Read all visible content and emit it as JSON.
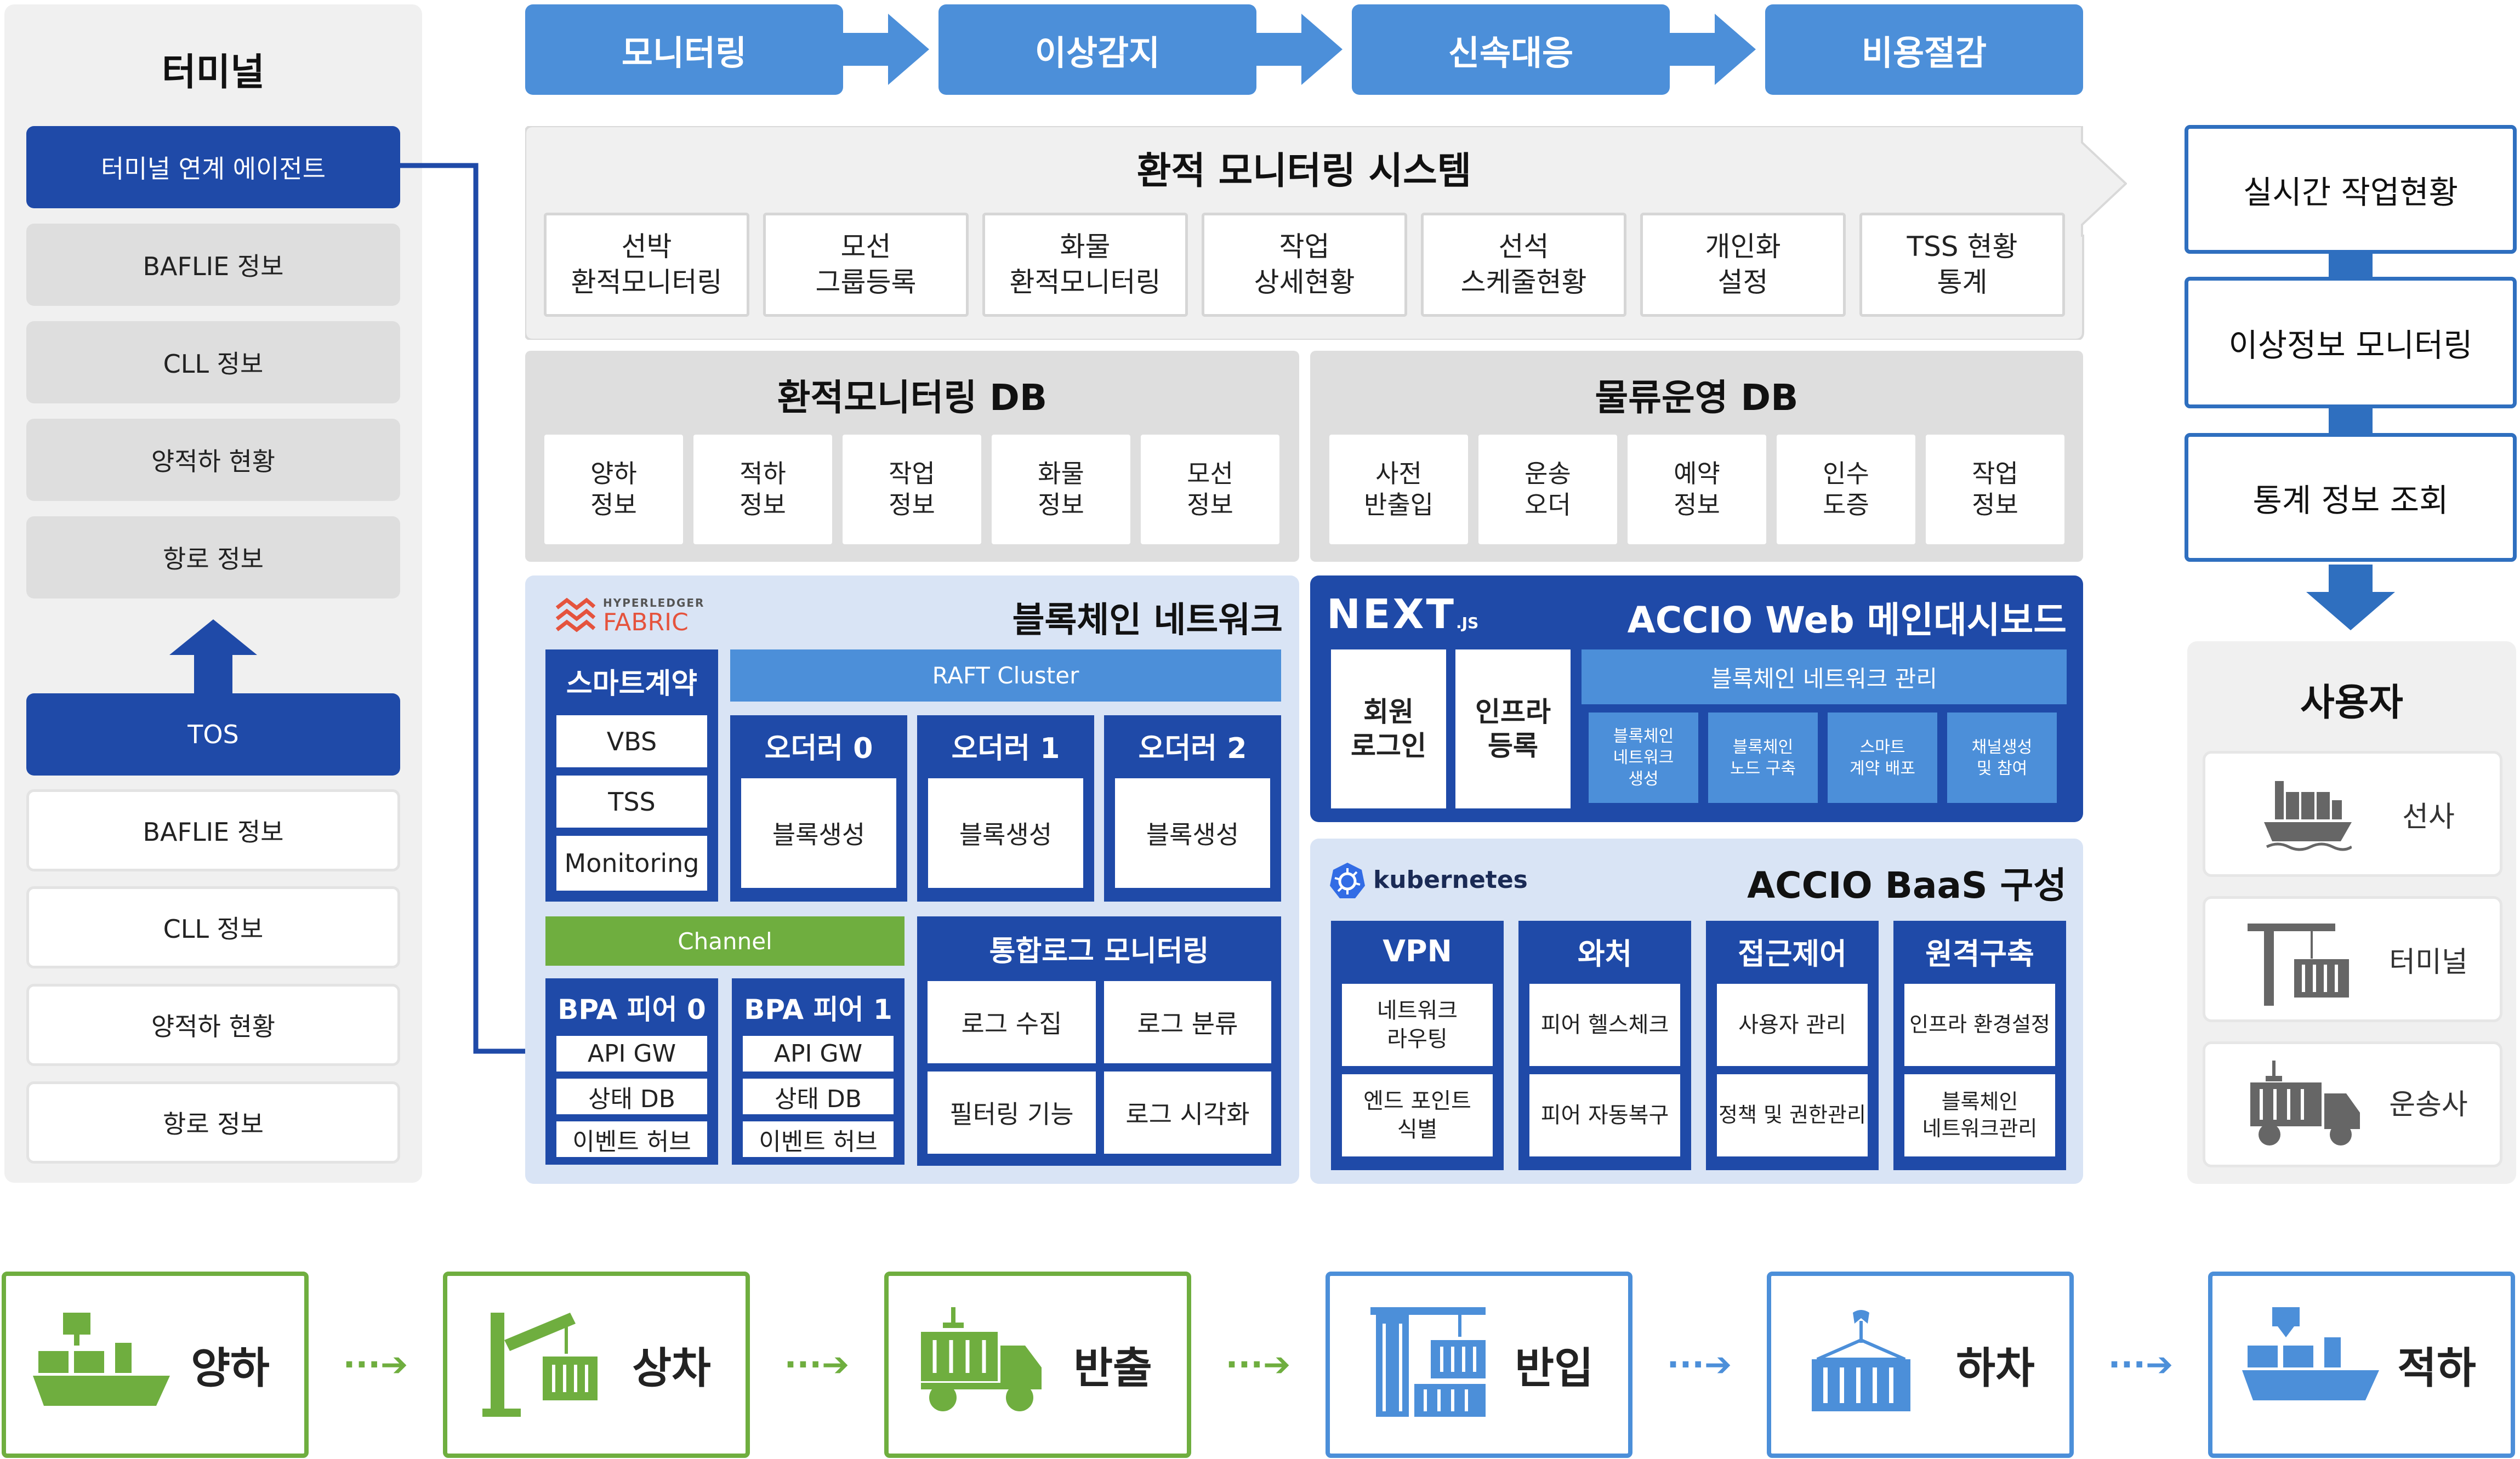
{
  "terminal": {
    "title": "터미널",
    "agent": "터미널 연계 에이전트",
    "top_items": [
      "BAFLIE 정보",
      "CLL 정보",
      "양적하 현황",
      "항로 정보"
    ],
    "tos": "TOS",
    "bottom_items": [
      "BAFLIE 정보",
      "CLL 정보",
      "양적하 현황",
      "항로 정보"
    ]
  },
  "process_top": [
    "모니터링",
    "이상감지",
    "신속대응",
    "비용절감"
  ],
  "monitoring_system": {
    "title": "환적 모니터링 시스템",
    "items": [
      [
        "선박",
        "환적모니터링"
      ],
      [
        "모선",
        "그룹등록"
      ],
      [
        "화물",
        "환적모니터링"
      ],
      [
        "작업",
        "상세현황"
      ],
      [
        "선석",
        "스케줄현황"
      ],
      [
        "개인화",
        "설정"
      ],
      [
        "TSS 현황",
        "통계"
      ]
    ]
  },
  "transship_db": {
    "title": "환적모니터링 DB",
    "items": [
      [
        "양하",
        "정보"
      ],
      [
        "적하",
        "정보"
      ],
      [
        "작업",
        "정보"
      ],
      [
        "화물",
        "정보"
      ],
      [
        "모선",
        "정보"
      ]
    ]
  },
  "logistics_db": {
    "title": "물류운영 DB",
    "items": [
      [
        "사전",
        "반출입"
      ],
      [
        "운송",
        "오더"
      ],
      [
        "예약",
        "정보"
      ],
      [
        "인수",
        "도증"
      ],
      [
        "작업",
        "정보"
      ]
    ]
  },
  "blockchain": {
    "logo_top": "HYPERLEDGER",
    "logo_bottom": "FABRIC",
    "title": "블록체인 네트워크",
    "smart_contract": "스마트계약",
    "contracts": [
      "VBS",
      "TSS",
      "Monitoring"
    ],
    "raft": "RAFT Cluster",
    "orderers": [
      {
        "name": "오더러 0",
        "action": "블록생성"
      },
      {
        "name": "오더러 1",
        "action": "블록생성"
      },
      {
        "name": "오더러 2",
        "action": "블록생성"
      }
    ],
    "channel": "Channel",
    "peers": [
      {
        "name": "BPA 피어 0",
        "items": [
          "API GW",
          "상태 DB",
          "이벤트 허브"
        ]
      },
      {
        "name": "BPA 피어 1",
        "items": [
          "API GW",
          "상태 DB",
          "이벤트 허브"
        ]
      }
    ],
    "log_title": "통합로그 모니터링",
    "log_items": [
      "로그 수집",
      "로그 분류",
      "필터링 기능",
      "로그 시각화"
    ]
  },
  "dashboard": {
    "logo": "NEXT",
    "logo_sub": ".JS",
    "title": "ACCIO Web 메인대시보드",
    "member": [
      "회원",
      "로그인"
    ],
    "infra": [
      "인프라",
      "등록"
    ],
    "mgmt_title": "블록체인 네트워크 관리",
    "mgmt_items": [
      [
        "블록체인",
        "네트워크",
        "생성"
      ],
      [
        "블록체인",
        "노드 구축"
      ],
      [
        "스마트",
        "계약 배포"
      ],
      [
        "채널생성",
        "및 참여"
      ]
    ]
  },
  "baas": {
    "logo": "kubernetes",
    "title": "ACCIO BaaS 구성",
    "groups": [
      {
        "name": "VPN",
        "items": [
          [
            "네트워크",
            "라우팅"
          ],
          [
            "엔드 포인트",
            "식별"
          ]
        ]
      },
      {
        "name": "와처",
        "items": [
          [
            "피어 헬스체크"
          ],
          [
            "피어 자동복구"
          ]
        ]
      },
      {
        "name": "접근제어",
        "items": [
          [
            "사용자 관리"
          ],
          [
            "정책 및 권한관리"
          ]
        ]
      },
      {
        "name": "원격구축",
        "items": [
          [
            "인프라 환경설정"
          ],
          [
            "블록체인",
            "네트워크관리"
          ]
        ]
      }
    ]
  },
  "right_flow": [
    "실시간 작업현황",
    "이상정보 모니터링",
    "통계 정보 조회"
  ],
  "users": {
    "title": "사용자",
    "items": [
      {
        "label": "선사",
        "icon": "ship-icon"
      },
      {
        "label": "터미널",
        "icon": "crane-icon"
      },
      {
        "label": "운송사",
        "icon": "truck-icon"
      }
    ]
  },
  "process_bottom": [
    {
      "label": "양하",
      "icon": "ship-unload-icon",
      "color": "#6fae3f"
    },
    {
      "label": "상차",
      "icon": "crane-load-icon",
      "color": "#6fae3f"
    },
    {
      "label": "반출",
      "icon": "truck-out-icon",
      "color": "#6fae3f"
    },
    {
      "label": "반입",
      "icon": "warehouse-in-icon",
      "color": "#4c8fd9"
    },
    {
      "label": "하차",
      "icon": "container-unload-icon",
      "color": "#4c8fd9"
    },
    {
      "label": "적하",
      "icon": "ship-load-icon",
      "color": "#4c8fd9"
    }
  ],
  "colors": {
    "dark_blue": "#1f4aa8",
    "mid_blue": "#4c8fd9",
    "green": "#6fae3f",
    "light_blue": "#d9e4f5"
  }
}
